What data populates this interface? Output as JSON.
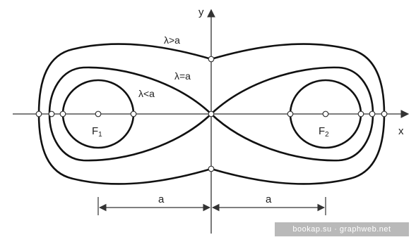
{
  "diagram": {
    "axis_x_label": "x",
    "axis_y_label": "y",
    "curves": [
      {
        "label": "λ>a"
      },
      {
        "label": "λ=a"
      },
      {
        "label": "λ<a"
      }
    ],
    "focus_left": {
      "main": "F",
      "sub": "1"
    },
    "focus_right": {
      "main": "F",
      "sub": "2"
    },
    "dim_left": "a",
    "dim_right": "a"
  },
  "watermark": "bookap.su · graphweb.net"
}
